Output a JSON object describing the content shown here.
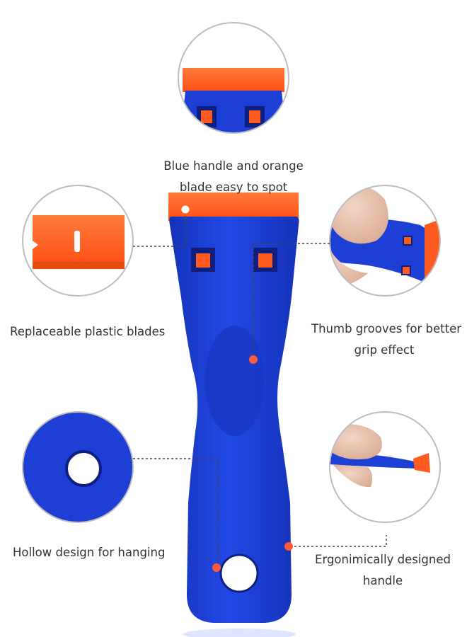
{
  "colors": {
    "handle_blue": "#1e3fd6",
    "handle_blue_dark": "#142aa8",
    "blade_orange": "#ff5a1f",
    "callout_dot": "#ff5a3a",
    "leader_line": "#444444",
    "circle_border": "#bdbdbd"
  },
  "callouts": {
    "top": {
      "line1": "Blue handle and orange",
      "line2": "blade easy to spot"
    },
    "left_upper": {
      "text": "Replaceable plastic blades"
    },
    "right_upper": {
      "line1": "Thumb grooves for better",
      "line2": "grip effect"
    },
    "left_lower": {
      "text": "Hollow design for hanging"
    },
    "right_lower": {
      "line1": "Ergonimically designed",
      "line2": "handle"
    }
  },
  "icons": {
    "detail_top": "blade-tip-closeup-icon",
    "detail_left_upper": "replacement-blade-icon",
    "detail_right_upper": "thumb-grip-photo-icon",
    "detail_left_lower": "hanging-hole-closeup-icon",
    "detail_right_lower": "hand-holding-scraper-icon"
  }
}
